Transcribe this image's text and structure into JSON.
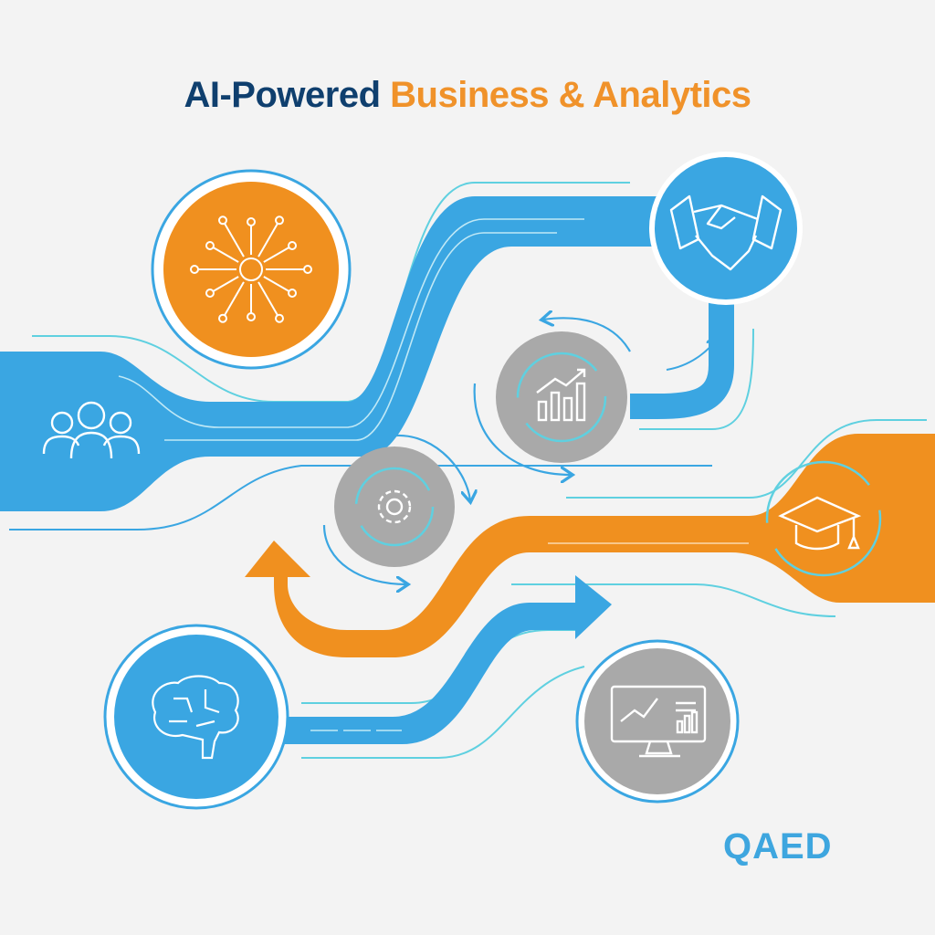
{
  "title": {
    "part1": "AI-Powered",
    "part2": "Business & Analytics"
  },
  "brand": "QAED",
  "colors": {
    "blue": "#3aa6e2",
    "orange": "#f0901f",
    "gray": "#a9a9a9",
    "navy": "#0f3f6e",
    "teal": "#5fd0e0",
    "background": "#f3f3f3"
  },
  "nodes": [
    {
      "icon": "network-icon",
      "color": "orange"
    },
    {
      "icon": "handshake-icon",
      "color": "blue"
    },
    {
      "icon": "team-icon",
      "color": "blue"
    },
    {
      "icon": "bar-chart-growth-icon",
      "color": "gray"
    },
    {
      "icon": "gear-icon",
      "color": "gray"
    },
    {
      "icon": "graduation-cap-icon",
      "color": "orange"
    },
    {
      "icon": "brain-icon",
      "color": "blue"
    },
    {
      "icon": "monitor-analytics-icon",
      "color": "gray"
    }
  ]
}
